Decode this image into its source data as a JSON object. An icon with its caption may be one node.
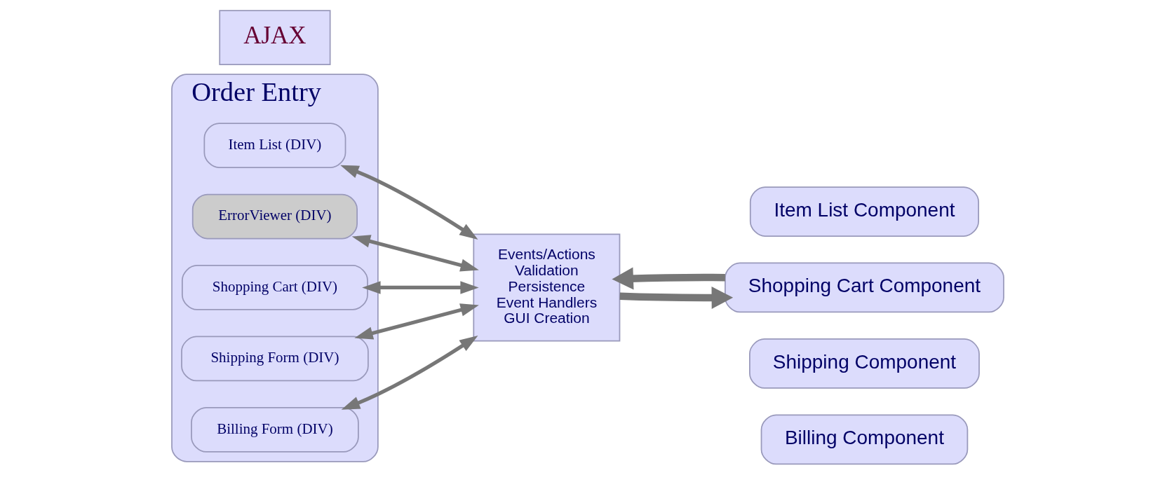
{
  "diagram": {
    "nodes": [
      {
        "text": [
          "Order Entry"
        ]
      },
      {
        "text": [
          "Item List (DIV)"
        ],
        "in": 0
      },
      {
        "text": [
          "ErrorViewer (DIV)"
        ],
        "in": 0
      },
      {
        "text": [
          "Shopping Cart (DIV)"
        ],
        "in": 0
      },
      {
        "text": [
          "Shipping Form (DIV)"
        ],
        "in": 0
      },
      {
        "text": [
          "Billing Form (DIV)"
        ],
        "in": 0
      },
      {
        "text": [
          "AJAX"
        ]
      },
      {
        "text": [
          "Events/Actions",
          "Validation",
          "Persistence",
          "Event Handlers",
          "GUI Creation"
        ]
      },
      {
        "text": [
          "Item List Component"
        ]
      },
      {
        "text": [
          "Shopping Cart Component"
        ]
      },
      {
        "text": [
          "Shipping Component"
        ]
      },
      {
        "text": [
          "Billing Component"
        ]
      }
    ],
    "edges": [
      {
        "from": 2,
        "to": 7,
        "arrow": "both"
      },
      {
        "from": 1,
        "to": 7,
        "arrow": "both"
      },
      {
        "from": 3,
        "to": 7,
        "arrow": "both"
      },
      {
        "from": 4,
        "to": 7,
        "arrow": "both"
      },
      {
        "from": 5,
        "to": 7,
        "arrow": "both"
      },
      {
        "from": 7,
        "to": 9,
        "arrow": "to",
        "style": "thick"
      },
      {
        "from": 9,
        "to": 7,
        "arrow": "to",
        "style": "thick"
      }
    ]
  }
}
